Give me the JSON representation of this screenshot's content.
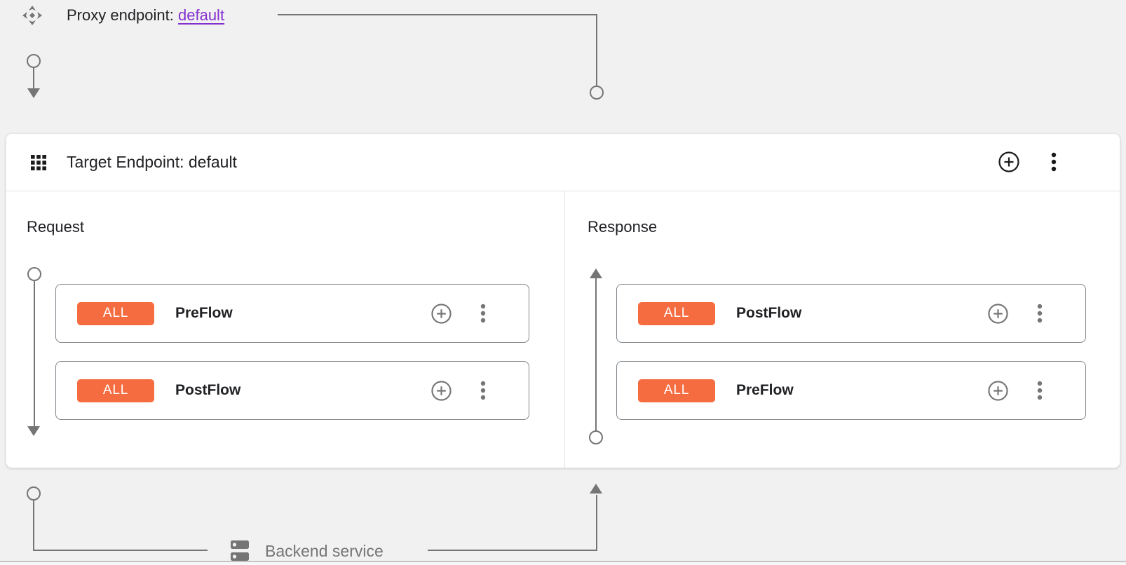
{
  "proxy_endpoint": {
    "label": "Proxy endpoint:",
    "link_text": "default"
  },
  "target_endpoint": {
    "title": "Target Endpoint: default"
  },
  "request_panel": {
    "title": "Request",
    "items": [
      {
        "badge": "ALL",
        "label": "PreFlow"
      },
      {
        "badge": "ALL",
        "label": "PostFlow"
      }
    ]
  },
  "response_panel": {
    "title": "Response",
    "items": [
      {
        "badge": "ALL",
        "label": "PostFlow"
      },
      {
        "badge": "ALL",
        "label": "PreFlow"
      }
    ]
  },
  "backend_service": {
    "label": "Backend service"
  },
  "icons": {
    "proxy_endpoint": "proxy-diamond-icon",
    "target_endpoint_header": "grid-icon",
    "add": "plus-circle-icon",
    "menu": "more-vert-icon",
    "backend": "dns-icon",
    "flow_start": "circle-node",
    "flow_direction": "arrow"
  },
  "colors": {
    "page_bg": "#F1F1F1",
    "card_bg": "#FFFFFF",
    "accent_orange": "#F56C41",
    "link_purple": "#8430CE",
    "connector_gray": "#757575",
    "item_border": "#80868B",
    "text_primary": "#202124",
    "text_secondary": "#757575"
  }
}
